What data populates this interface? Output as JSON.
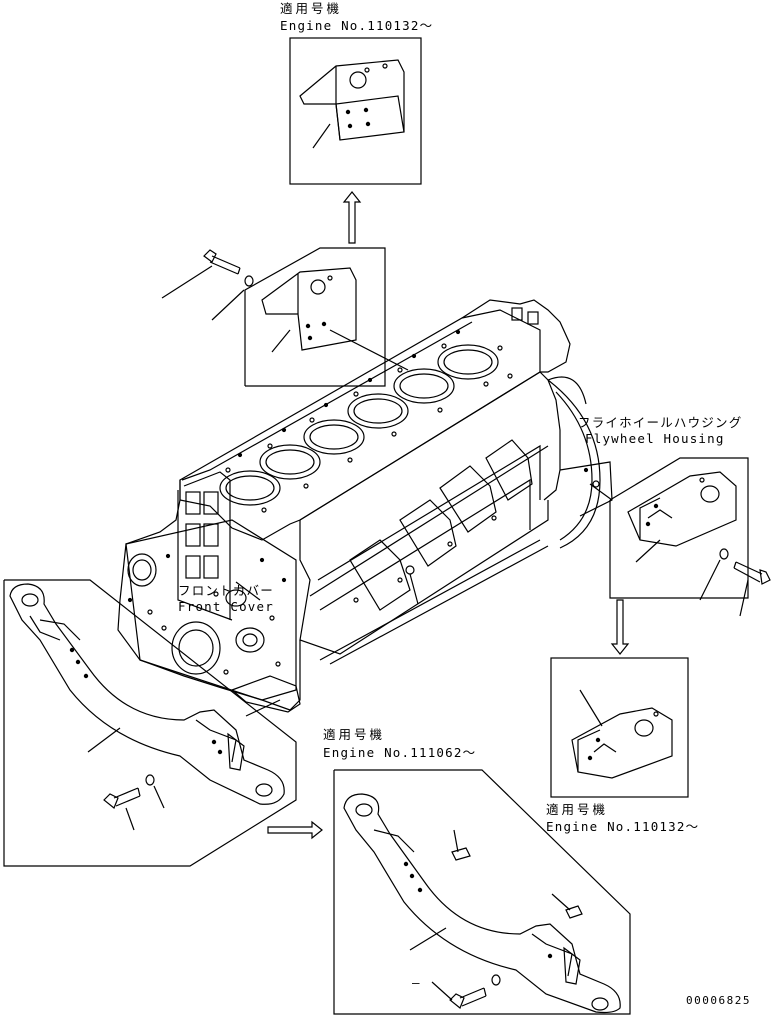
{
  "labels": {
    "top_applicable": "適用号機",
    "top_engine_no": "Engine No.110132～",
    "flywheel_jp": "フライホイールハウジング",
    "flywheel_en": "Flywheel Housing",
    "front_cover_jp": "フロントカバー",
    "front_cover_en": "Front Cover",
    "mid_applicable": "適用号機",
    "mid_engine_no": "Engine No.111062～",
    "right_applicable": "適用号機",
    "right_engine_no": "Engine No.110132～",
    "dash_label": "–",
    "drawing_number": "00006825"
  },
  "icons": [
    "arrow-up-icon",
    "arrow-down-icon",
    "arrow-right-icon"
  ]
}
